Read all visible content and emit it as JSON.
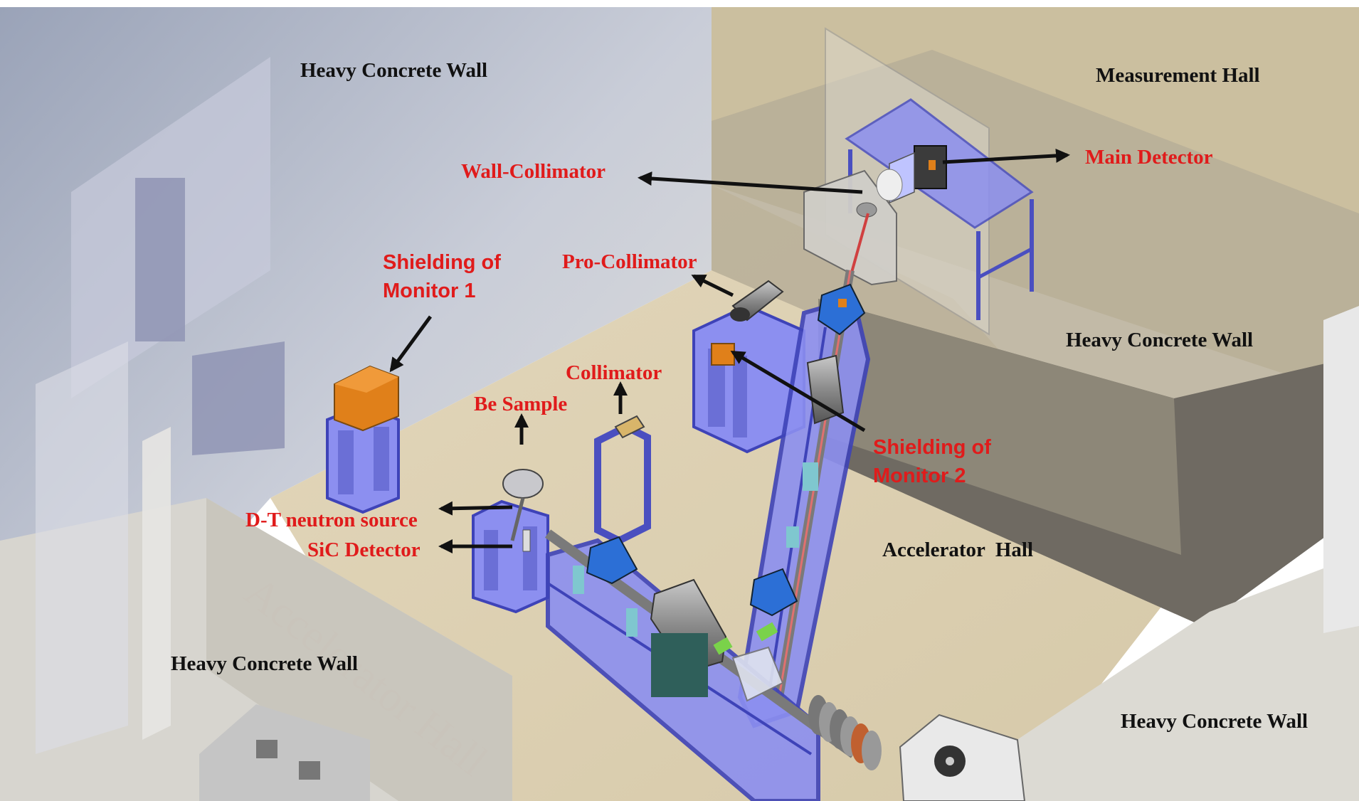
{
  "labels": {
    "heavy_wall_top_left": "Heavy Concrete Wall",
    "measurement_hall": "Measurement Hall",
    "main_detector": "Main Detector",
    "wall_collimator": "Wall-Collimator",
    "shielding_monitor1_l1": "Shielding of",
    "shielding_monitor1_l2": "Monitor 1",
    "pro_collimator": "Pro-Collimator",
    "heavy_wall_right": "Heavy Concrete Wall",
    "collimator": "Collimator",
    "be_sample": "Be Sample",
    "shielding_monitor2_l1": "Shielding of",
    "shielding_monitor2_l2": "Monitor 2",
    "dt_neutron_source": "D-T neutron source",
    "sic_detector": "SiC Detector",
    "accelerator_hall": "Accelerator  Hall",
    "heavy_wall_bottom_left": "Heavy Concrete Wall",
    "heavy_wall_bottom_right": "Heavy Concrete Wall",
    "floor_watermark": "Accelerator Hall"
  },
  "colors": {
    "label_red": "#e01b1b",
    "label_black": "#111111",
    "frame_blue": "#5a5fd6",
    "shield_orange": "#e0801a",
    "floor_beige": "#d9cdb0",
    "wall_gray": "#a9a59c"
  }
}
